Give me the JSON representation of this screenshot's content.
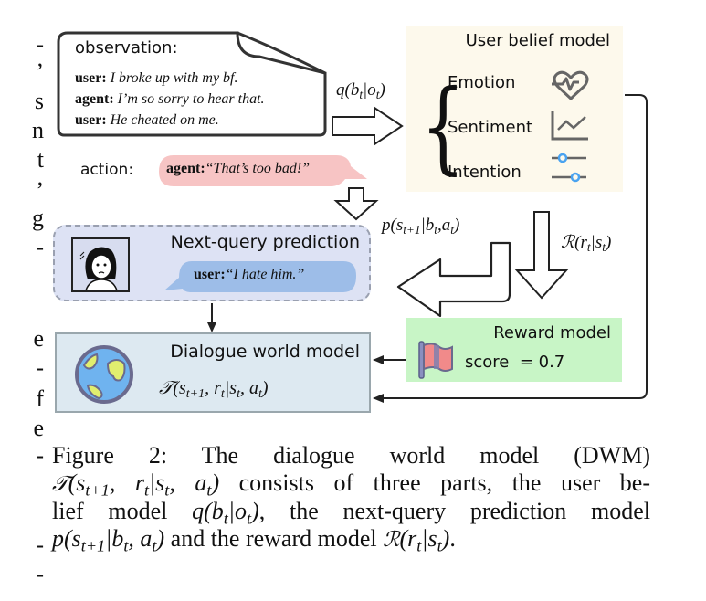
{
  "left_margin_fragments": [
    "-",
    "’",
    "s",
    "n",
    "t",
    "’",
    "g",
    "-",
    "",
    "e",
    "-",
    "f",
    "e",
    "-",
    "-",
    "-"
  ],
  "observation": {
    "title": "observation:",
    "lines": [
      {
        "speaker": "user:",
        "text": "I broke up with my bf."
      },
      {
        "speaker": "agent:",
        "text": "I’m so sorry to hear that."
      },
      {
        "speaker": "user:",
        "text": "He cheated on me."
      }
    ]
  },
  "belief_formula": "q(b_t|o_t)",
  "user_belief_model": {
    "title": "User belief model",
    "items": [
      {
        "label": "Emotion",
        "icon": "heart-pulse-icon"
      },
      {
        "label": "Sentiment",
        "icon": "line-chart-icon"
      },
      {
        "label": "Intention",
        "icon": "sliders-icon"
      }
    ]
  },
  "action": {
    "label": "action:",
    "speaker": "agent:",
    "text": "“That’s too bad!”"
  },
  "next_query_formula": "p(s_{t+1}|b_t,a_t)",
  "reward_formula": "R(r_t|s_t)",
  "next_query_prediction": {
    "title": "Next-query prediction",
    "speaker": "user:",
    "text": "“I hate him.”",
    "avatar_icon": "sad-woman-portrait-icon"
  },
  "dialogue_world_model": {
    "title": "Dialogue world model",
    "formula": "T(s_{t+1}, r_t|s_t, a_t)",
    "icon": "globe-icon"
  },
  "reward_model": {
    "title": "Reward model",
    "score_label": "score",
    "score_value": "= 0.7",
    "icon": "flag-icon"
  },
  "caption": {
    "lines": [
      "Figure 2:  The dialogue world model (DWM)",
      "T(s_{t+1}, r_t|s_t, a_t) consists of three parts, the user be-",
      "lief model q(b_t|o_t), the next-query prediction model",
      "p(s_{t+1}|b_t, a_t) and the reward model R(r_t|s_t)."
    ]
  },
  "colors": {
    "belief_bg": "#fdf9ec",
    "action_bubble": "#f7c4c4",
    "nextq_bg": "#dde2f4",
    "user_bubble": "#9dbde8",
    "dwm_bg": "#dde9f1",
    "reward_bg": "#c8f5c6",
    "icon_gray": "#666666",
    "slider_blue": "#4aa3f0"
  }
}
